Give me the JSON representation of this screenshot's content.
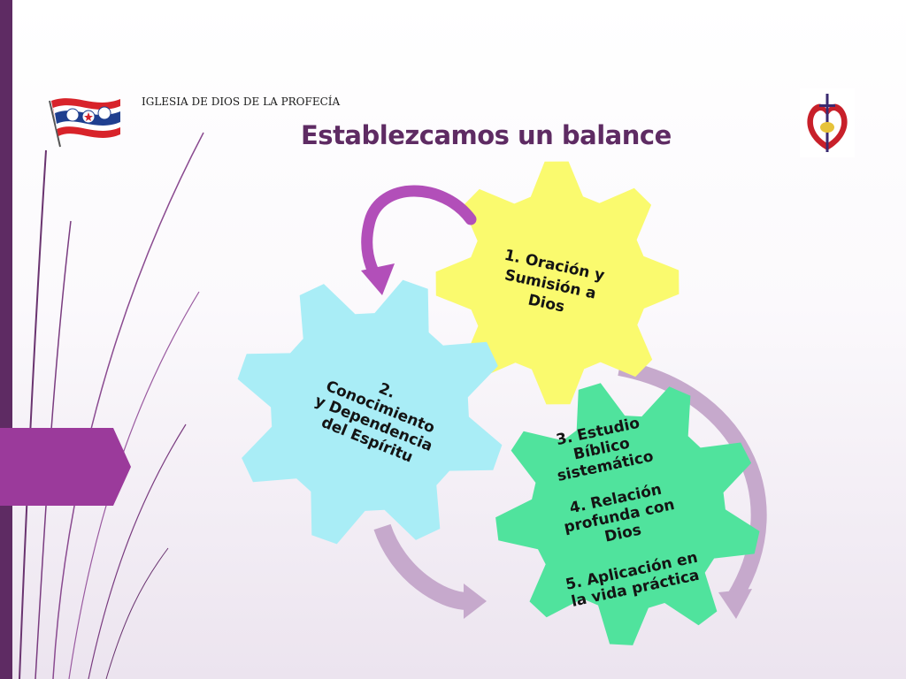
{
  "header": {
    "organization": "IGLESIA DE DIOS DE LA PROFECÍA",
    "title": "Establezcamos un balance"
  },
  "colors": {
    "accent": "#5e2b63",
    "tab": "#9b3a9b",
    "gear_yellow": "#fafa6e",
    "gear_cyan": "#a9edf6",
    "gear_green": "#50e39d",
    "arrow_magenta": "#b24fb9",
    "arrow_mauve": "#c6a9cc"
  },
  "icons": {
    "left_logo": "church-flag-logo",
    "right_logo": "church-emblem-logo"
  },
  "diagram": {
    "gear_prayer": {
      "lines": [
        "1. Oración y",
        "Sumisión a",
        "Dios"
      ]
    },
    "gear_spirit": {
      "lines": [
        "2.",
        "Conocimiento",
        "y Dependencia",
        "del Espíritu"
      ]
    },
    "gear_study": {
      "item1": [
        "3. Estudio",
        "Bíblico",
        "sistemático"
      ],
      "item2": [
        "4. Relación",
        "profunda con",
        "Dios"
      ],
      "item3": [
        "5. Aplicación en",
        "la vida práctica"
      ]
    }
  }
}
